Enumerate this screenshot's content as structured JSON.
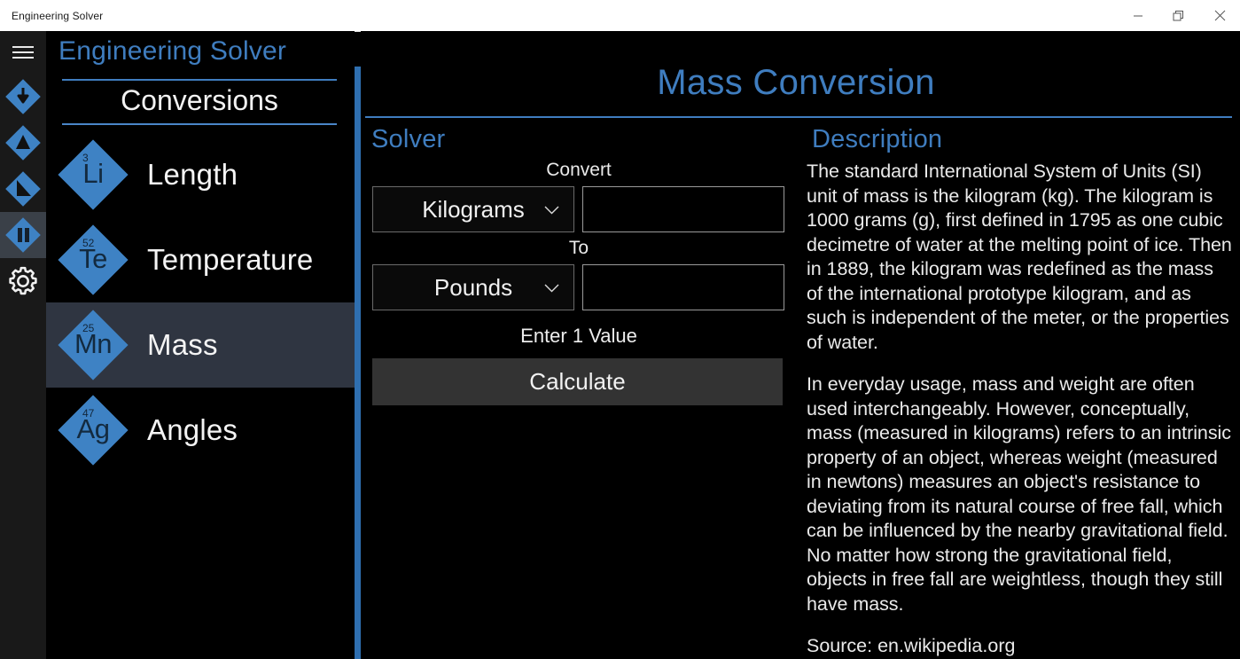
{
  "window": {
    "title": "Engineering Solver",
    "controls": [
      {
        "name": "minimize",
        "glyph": "minimize-icon"
      },
      {
        "name": "restore",
        "glyph": "restore-icon"
      },
      {
        "name": "close",
        "glyph": "close-icon"
      }
    ]
  },
  "rail": {
    "menu_icon": "hamburger-menu-icon",
    "items": [
      {
        "name": "conversions",
        "icon": "diamond-down-arrow-icon",
        "selected": false
      },
      {
        "name": "geometry",
        "icon": "diamond-triangle-icon",
        "selected": false
      },
      {
        "name": "trigonometry",
        "icon": "diamond-right-triangle-icon",
        "selected": false
      },
      {
        "name": "mechanics",
        "icon": "diamond-bars-icon",
        "selected": true
      },
      {
        "name": "settings",
        "icon": "gear-icon",
        "selected": false
      }
    ]
  },
  "sidebar": {
    "brand": "Engineering Solver",
    "section_title": "Conversions",
    "items": [
      {
        "label": "Length",
        "number": "3",
        "symbol": "Li",
        "selected": false
      },
      {
        "label": "Temperature",
        "number": "52",
        "symbol": "Te",
        "selected": false
      },
      {
        "label": "Mass",
        "number": "25",
        "symbol": "Mn",
        "selected": true
      },
      {
        "label": "Angles",
        "number": "47",
        "symbol": "Ag",
        "selected": false
      }
    ]
  },
  "main": {
    "page_title": "Mass Conversion",
    "solver": {
      "heading": "Solver",
      "convert_label": "Convert",
      "from_unit": "Kilograms",
      "from_value": "",
      "from_placeholder": "",
      "to_label": "To",
      "to_unit": "Pounds",
      "to_value": "",
      "to_placeholder": "",
      "hint": "Enter 1 Value",
      "calculate_label": "Calculate",
      "chevron_icon": "chevron-down-icon"
    },
    "description": {
      "heading": "Description",
      "paragraphs": [
        "The standard International System of Units (SI) unit of mass is the kilogram (kg). The kilogram is 1000 grams (g), first defined in 1795 as one cubic decimetre of water at the melting point of ice. Then in 1889, the kilogram was redefined as the mass of the international prototype kilogram, and as such is independent of the meter, or the properties of water.",
        "In everyday usage, mass and weight are often used interchangeably. However, conceptually, mass (measured in kilograms) refers to an intrinsic property of an object, whereas weight (measured in newtons) measures an object's resistance to deviating from its natural course of free fall, which can be influenced by the nearby gravitational field. No matter how strong the gravitational field, objects in free fall are weightless, though they still have mass."
      ],
      "source": "Source: en.wikipedia.org"
    }
  },
  "colors": {
    "accent_blue": "#3f7dbf",
    "diamond_blue": "#3e82c4",
    "selected_row": "#2f3541",
    "rail_bg": "#191919",
    "rail_selected": "#3a4048",
    "button_bg": "#333333",
    "page_bg": "#000000"
  }
}
